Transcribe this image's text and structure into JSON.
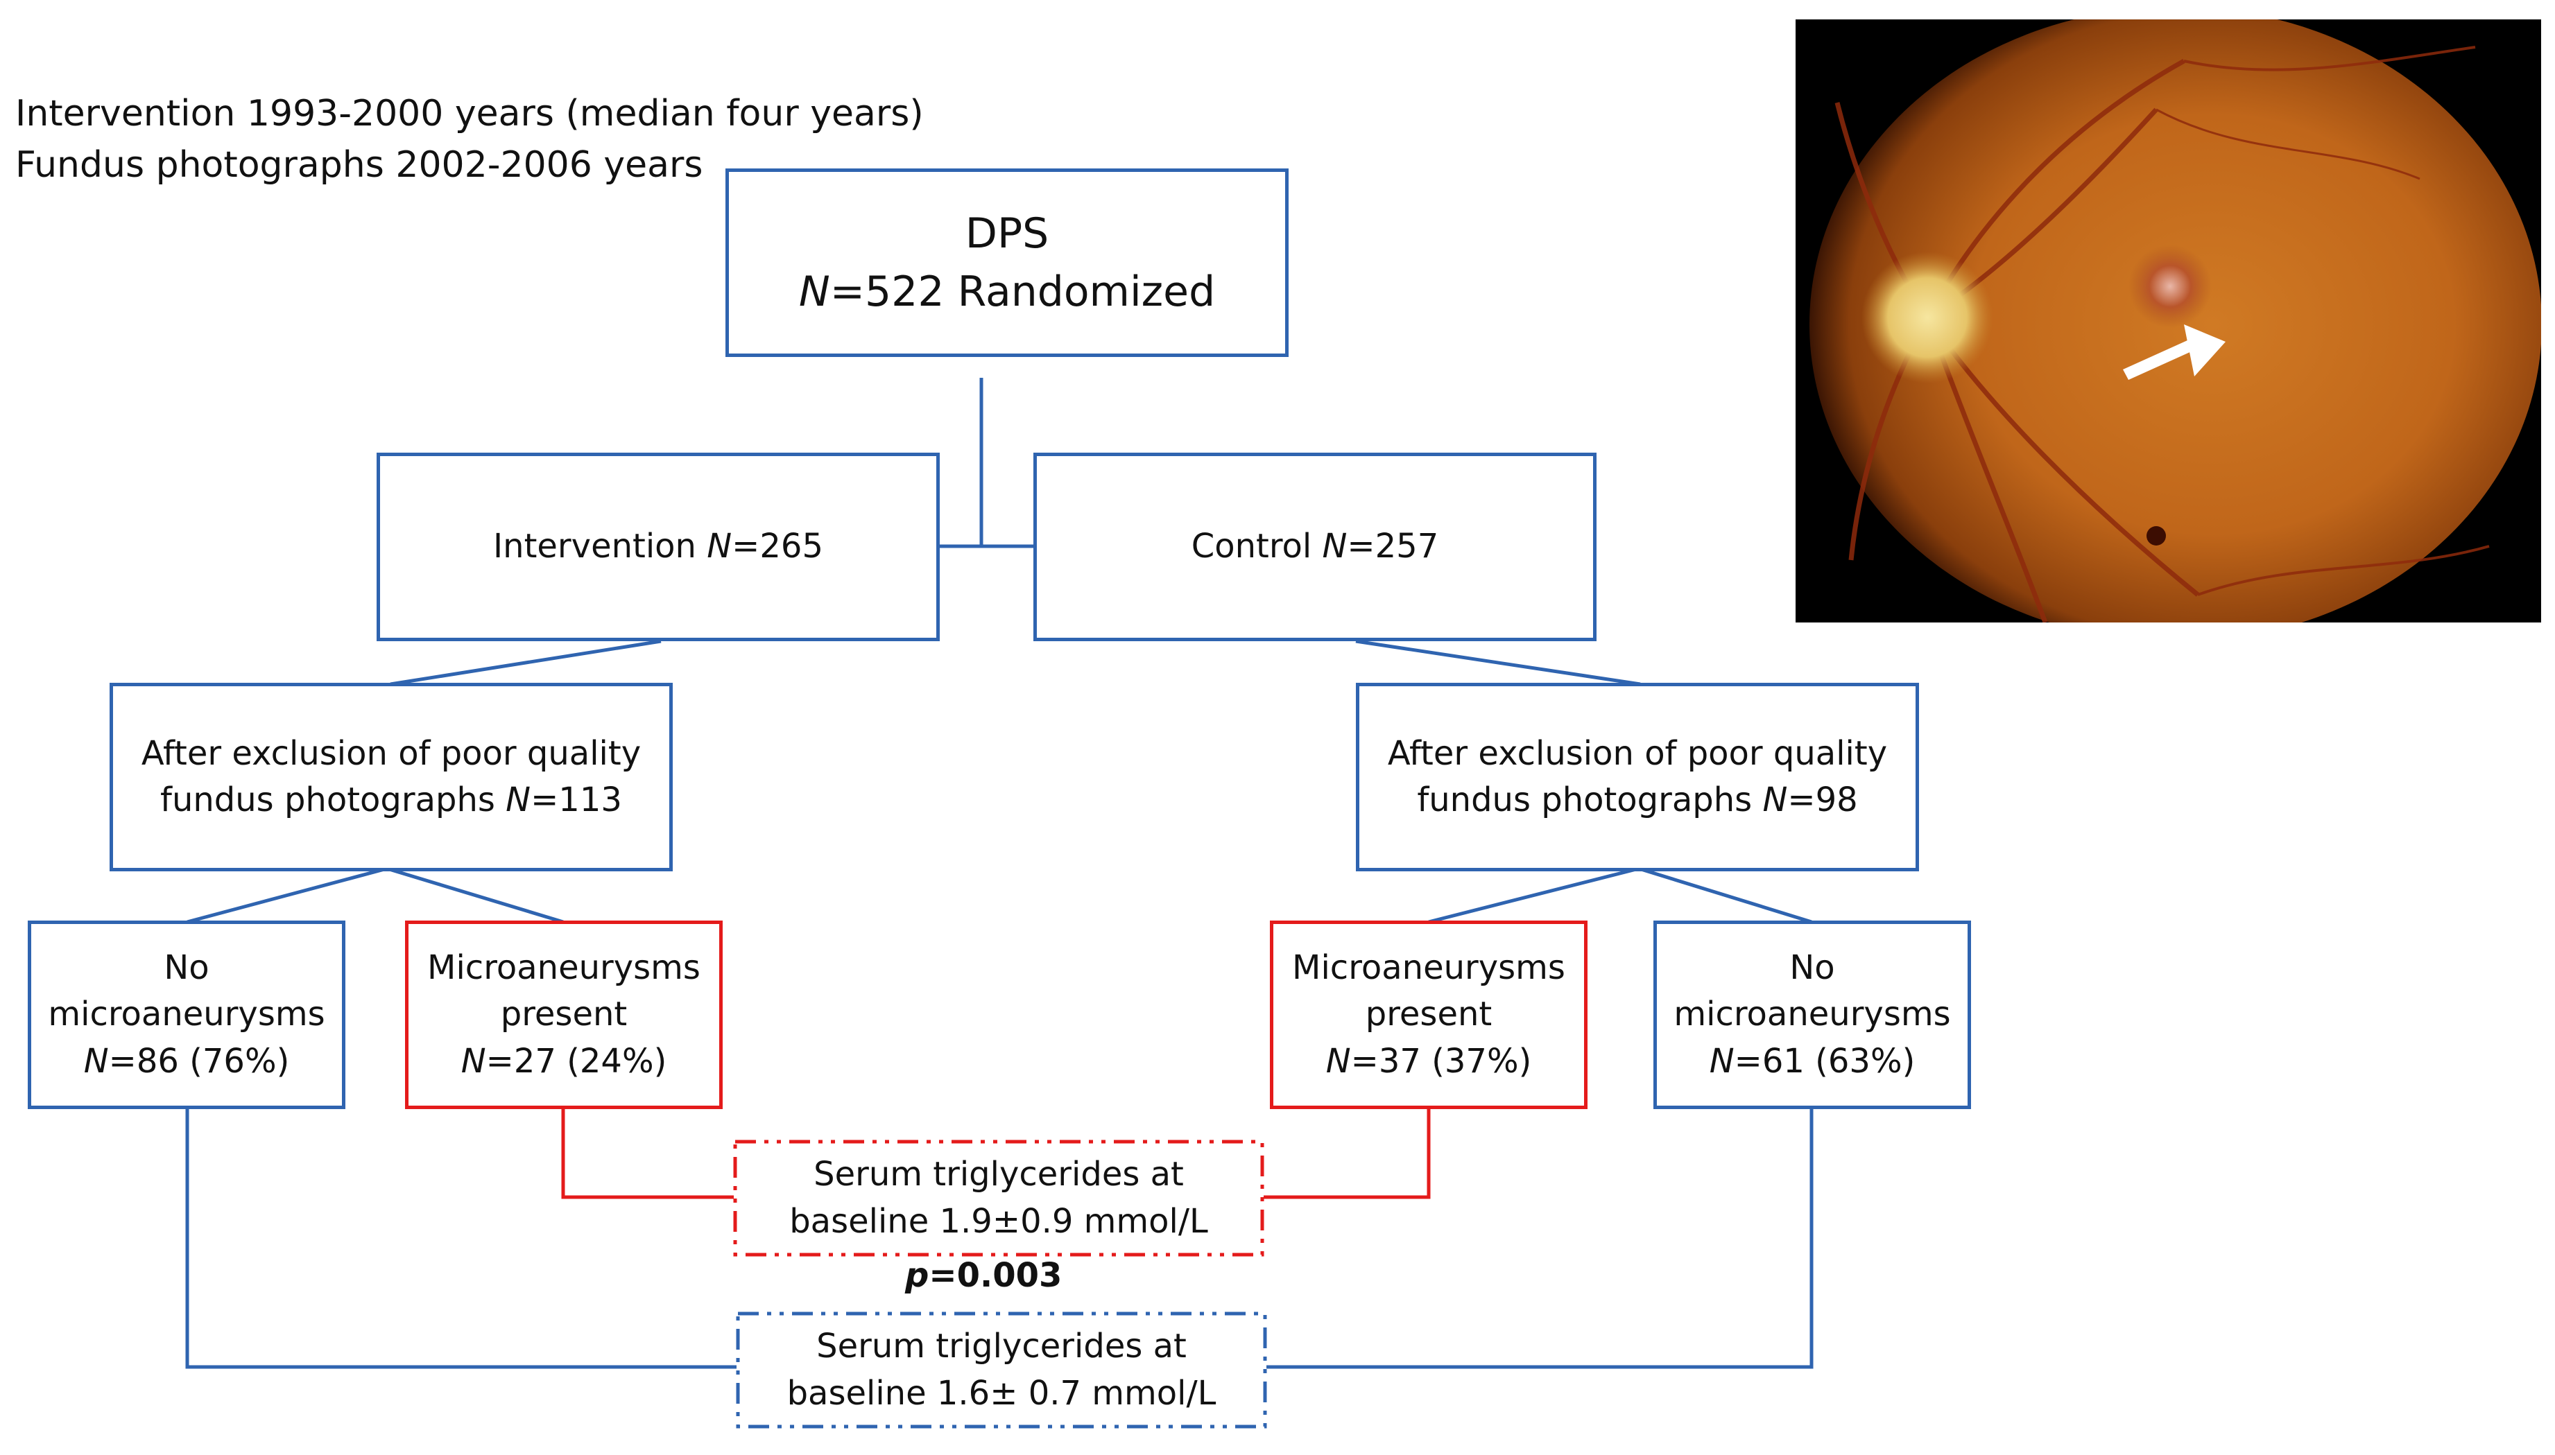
{
  "header": {
    "line1": "Intervention 1993-2000 years (median four years)",
    "line2": "Fundus photographs 2002-2006 years"
  },
  "boxes": {
    "dps": {
      "title": "DPS",
      "n_prefix": "N",
      "n_rest": "=522 Randomized"
    },
    "intervention": {
      "label": "Intervention ",
      "n_prefix": "N",
      "n_rest": "=265"
    },
    "control": {
      "label": "Control ",
      "n_prefix": "N",
      "n_rest": "=257"
    },
    "left_exclusion": {
      "line1": "After exclusion of poor quality",
      "line2": "fundus photographs ",
      "n_prefix": "N",
      "n_rest": "=113"
    },
    "right_exclusion": {
      "line1": "After exclusion of poor quality",
      "line2": "fundus photographs ",
      "n_prefix": "N",
      "n_rest": "=98"
    },
    "left_no_ma": {
      "line1": "No",
      "line2": "microaneurysms",
      "n_prefix": "N",
      "n_rest": "=86 (76%)"
    },
    "left_ma": {
      "line1": "Microaneurysms",
      "line2": "present",
      "n_prefix": "N",
      "n_rest": "=27 (24%)"
    },
    "right_ma": {
      "line1": "Microaneurysms",
      "line2": "present",
      "n_prefix": "N",
      "n_rest": "=37 (37%)"
    },
    "right_no_ma": {
      "line1": "No",
      "line2": "microaneurysms",
      "n_prefix": "N",
      "n_rest": "=61 (63%)"
    },
    "tg_red": {
      "line1": "Serum triglycerides at",
      "line2": "baseline 1.9±0.9 mmol/L"
    },
    "tg_blue": {
      "line1": "Serum triglycerides at",
      "line2": "baseline 1.6± 0.7 mmol/L"
    }
  },
  "pvalue": {
    "p": "p",
    "rest": "=0.003"
  },
  "colors": {
    "blue": "#2f64b0",
    "red": "#e41b1b",
    "fundus_orange": "#c8741f"
  },
  "image": {
    "arrow_icon": "white-arrow-icon"
  }
}
